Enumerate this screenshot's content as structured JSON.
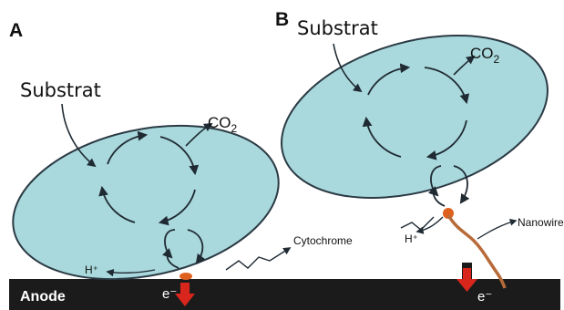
{
  "panels": {
    "a": {
      "letter": "A",
      "substrate": "Substrat",
      "co2_main": "CO",
      "co2_sub": "2",
      "proton": "H⁺",
      "electron": "e⁻"
    },
    "b": {
      "letter": "B",
      "substrate": "Substrat",
      "co2_main": "CO",
      "co2_sub": "2",
      "proton": "H⁺",
      "electron": "e⁻"
    }
  },
  "labels": {
    "cytochrome": "Cytochrome",
    "nanowire": "Nanowire",
    "anode": "Anode"
  },
  "colors": {
    "cell_fill": "#a9d9dc",
    "cell_stroke": "#2b3a44",
    "anode": "#1b1b1b",
    "electron_arrow": "#d9261c",
    "nanowire": "#b86b3a",
    "contact_dot": "#e0611e"
  }
}
